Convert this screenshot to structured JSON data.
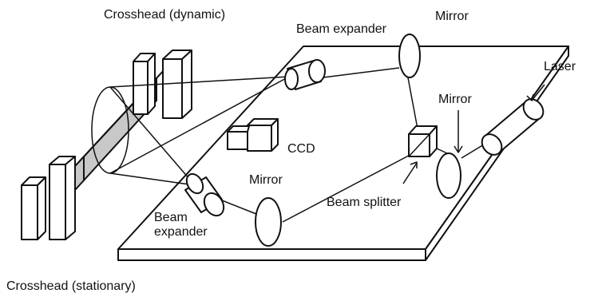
{
  "labels": {
    "crosshead_dynamic": "Crosshead (dynamic)",
    "crosshead_stationary": "Crosshead (stationary)",
    "beam_expander_top": "Beam expander",
    "beam_expander_bottom": "Beam\nexpander",
    "mirror_top": "Mirror",
    "mirror_right": "Mirror",
    "mirror_bottom": "Mirror",
    "laser": "Laser",
    "ccd": "CCD",
    "beam_splitter": "Beam splitter"
  },
  "colors": {
    "line": "#111111",
    "specimen_fill": "#c8c8c8",
    "background": "#ffffff"
  }
}
